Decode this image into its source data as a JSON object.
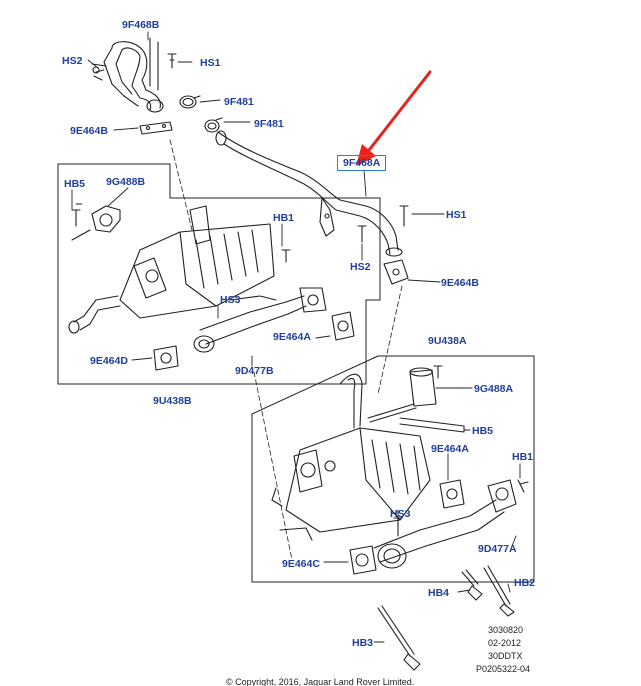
{
  "labels": {
    "top_hose": "9F468B",
    "hs2_top": "HS2",
    "hs1_top": "HS1",
    "clamp_a": "9F481",
    "clamp_b": "9F481",
    "gasket_top": "9E464B",
    "hb5_left": "HB5",
    "actuator_left": "9G488B",
    "hb1_left": "HB1",
    "hs3_left": "HS3",
    "gasket_a_left": "9E464A",
    "gasket_d_left": "9E464D",
    "tube_b": "9D477B",
    "cooler_b": "9U438B",
    "main_hose": "9F468A",
    "hs1_right": "HS1",
    "hs2_right": "HS2",
    "gasket_b_right": "9E464B",
    "cooler_a": "9U438A",
    "actuator_right": "9G488A",
    "hb5_right": "HB5",
    "gasket_a_right": "9E464A",
    "hb1_right": "HB1",
    "hs3_right": "HS3",
    "tube_a": "9D477A",
    "gasket_c": "9E464C",
    "hb2": "HB2",
    "hb4": "HB4",
    "hb3": "HB3"
  },
  "footer": {
    "ref_1": "3030820",
    "ref_2": "02-2012",
    "ref_3": "30DDTX",
    "ref_4": "P0205322-04",
    "copyright": "© Copyright, 2016, Jaguar Land Rover Limited."
  },
  "colors": {
    "label_text": "#1f3f9a",
    "highlight_box": "#2a7fd4",
    "arrow": "#e8231e",
    "line_art": "#222222"
  }
}
